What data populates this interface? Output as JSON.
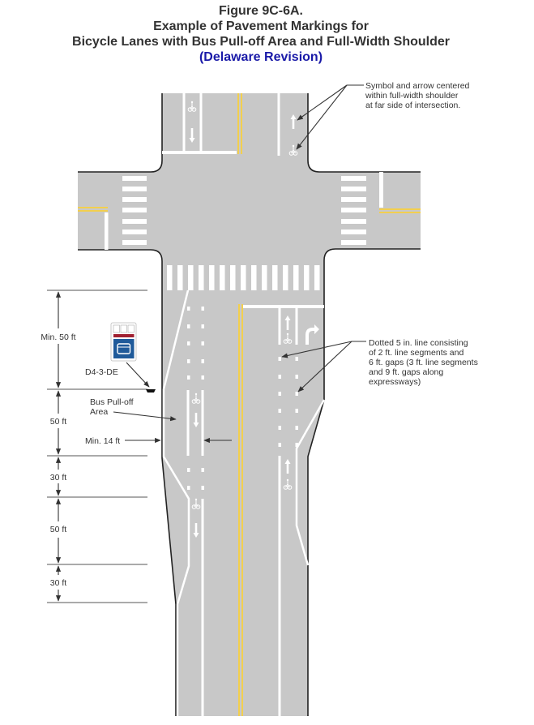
{
  "title": {
    "line1": "Figure 9C-6A.",
    "line2": "Example of Pavement Markings for",
    "line3": "Bicycle Lanes with Bus Pull-off Area and Full-Width Shoulder",
    "line4": "(Delaware Revision)"
  },
  "annotations": {
    "symbol_note": [
      "Symbol and arrow centered",
      "within full-width shoulder",
      "at far side of intersection."
    ],
    "dotted_note": [
      "Dotted 5 in. line consisting",
      "of 2 ft. line segments and",
      "6 ft. gaps (3 ft. line segments",
      "and 9 ft. gaps along",
      "expressways)"
    ],
    "bus_area": [
      "Bus Pull-off",
      "Area"
    ],
    "min_width": "Min. 14 ft",
    "sign_label": "D4-3-DE"
  },
  "dimensions": [
    "Min. 50 ft",
    "50 ft",
    "30 ft",
    "50 ft",
    "30 ft"
  ],
  "colors": {
    "pavement": "#c8c8c8",
    "yellow_line": "#f2cf4f",
    "title_blue": "#1a1aa8",
    "sign_blue": "#1f5a9a",
    "sign_red": "#a02030"
  }
}
